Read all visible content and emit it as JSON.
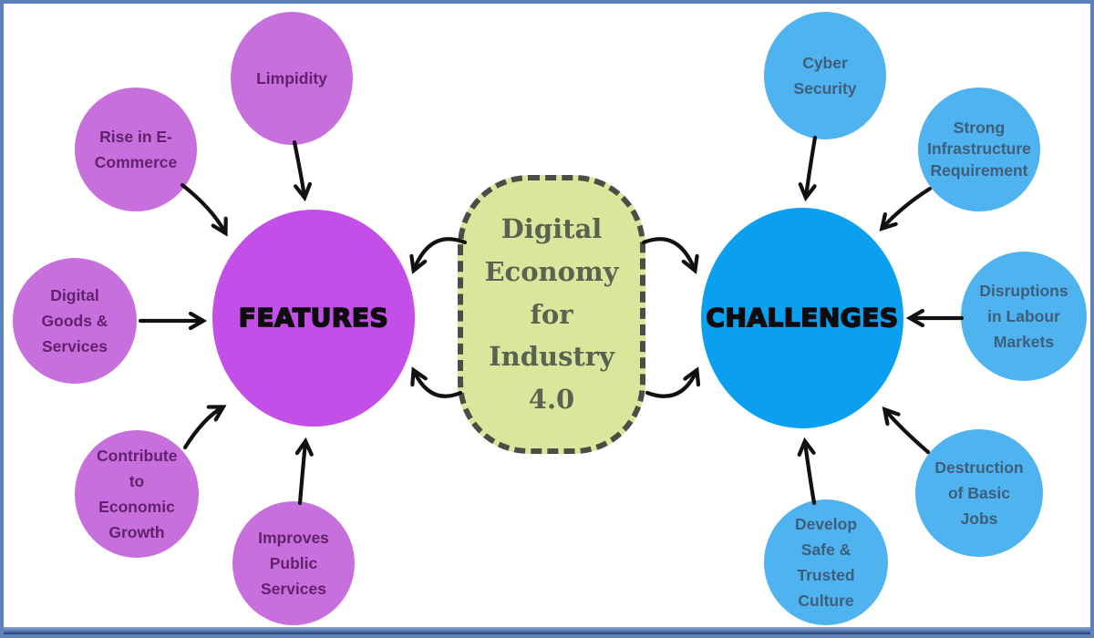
{
  "diagram": {
    "title": "Digital Economy for Industry 4.0 mind map",
    "arrow_color": "#111111"
  },
  "frame": {
    "border_color": "#5d81bb",
    "bottom_band_color": "#24406f"
  },
  "center": {
    "label": "Digital Economy for Industry 4.0",
    "fill": "#d9e69c",
    "border_color": "#4a4f46",
    "text_color": "#5a6351"
  },
  "features": {
    "label": "FEATURES",
    "fill": "#c44fe8",
    "text_color": "#0c0c0c",
    "satellite_fill": "#c66fdd",
    "satellite_text_color": "#63216f",
    "satellites": [
      {
        "label": "Limpidity"
      },
      {
        "label": "Rise in E-Commerce"
      },
      {
        "label": "Digital Goods & Services"
      },
      {
        "label": "Contribute to Economic Growth"
      },
      {
        "label": "Improves Public Services"
      }
    ]
  },
  "challenges": {
    "label": "CHALLENGES",
    "fill": "#0aa0ef",
    "text_color": "#0c0c0c",
    "satellite_fill": "#4fb3ef",
    "satellite_text_color": "#3d5e7d",
    "satellites": [
      {
        "label": "Cyber Security"
      },
      {
        "label": "Strong Infrastructure Requirement"
      },
      {
        "label": "Disruptions in Labour Markets"
      },
      {
        "label": "Destruction of Basic Jobs"
      },
      {
        "label": "Develop Safe & Trusted Culture"
      }
    ]
  }
}
